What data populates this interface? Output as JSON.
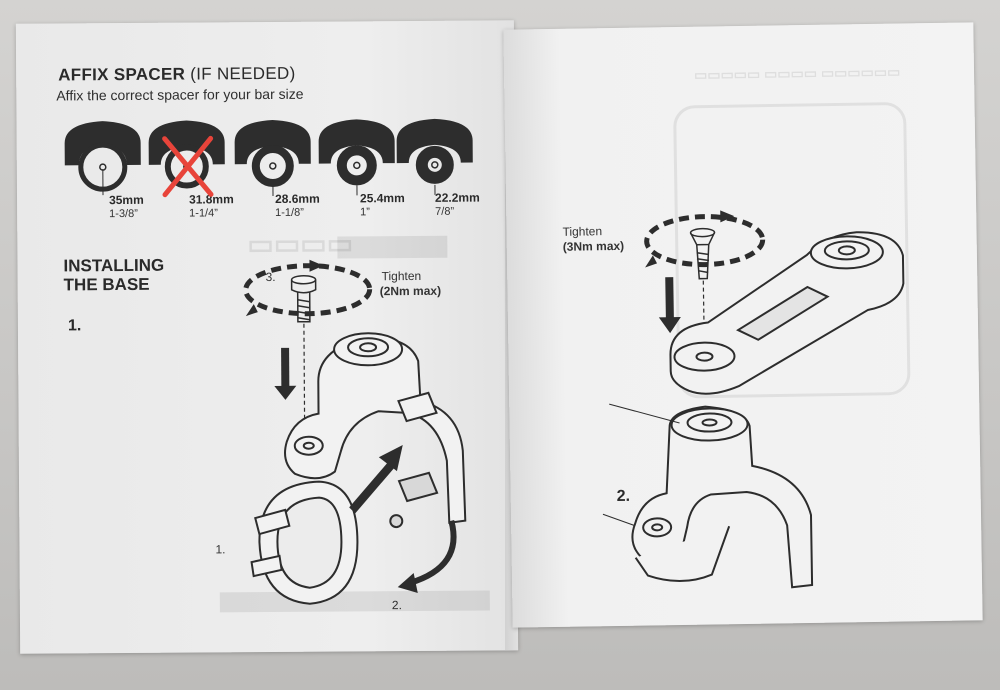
{
  "left_page": {
    "title_bold": "AFFIX SPACER",
    "title_light": " (IF NEEDED)",
    "subtitle": "Affix the correct spacer for your bar size",
    "spacers": [
      {
        "size": "35mm",
        "inch": "1-3/8”"
      },
      {
        "size": "31.8mm",
        "inch": "1-1/4”",
        "crossed": true
      },
      {
        "size": "28.6mm",
        "inch": "1-1/8”"
      },
      {
        "size": "25.4mm",
        "inch": "1”"
      },
      {
        "size": "22.2mm",
        "inch": "7/8”"
      }
    ],
    "section_line1": "INSTALLING",
    "section_line2": "THE BASE",
    "step_number": "1.",
    "step3_label": "3.",
    "tighten_label": "Tighten",
    "torque_label": "(2Nm max)",
    "step1_small": "1.",
    "step2_small": "2."
  },
  "right_page": {
    "tighten_label": "Tighten",
    "torque_label": "(3Nm max)",
    "step_number": "2."
  },
  "colors": {
    "ink": "#2a2a2a",
    "cross": "#e8443a",
    "paper": "#ececec"
  }
}
